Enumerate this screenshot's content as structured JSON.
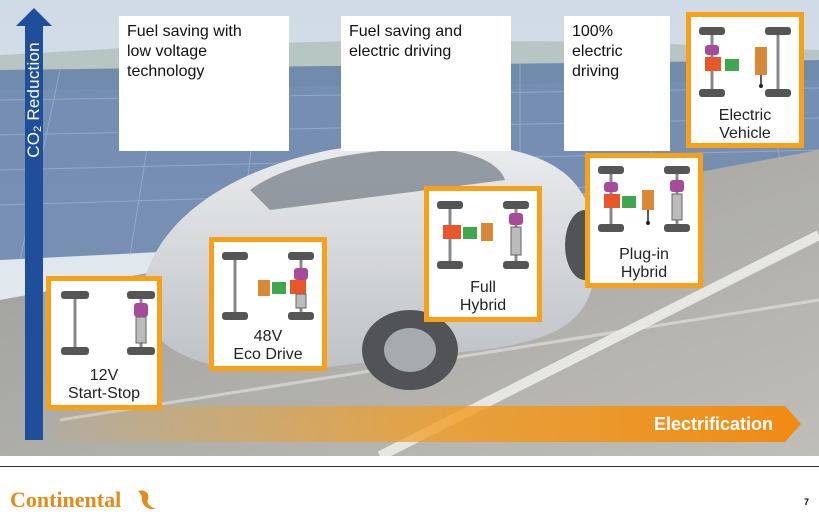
{
  "axes": {
    "y_label_main": "CO",
    "y_label_sub": "2",
    "y_label_rest": " Reduction",
    "x_label": "Electrification"
  },
  "textboxes": [
    {
      "text_line1": "Fuel saving with",
      "text_line2": "low voltage",
      "text_line3": "technology"
    },
    {
      "text_line1": "Fuel saving and",
      "text_line2": "electric driving"
    },
    {
      "text_line1": "100%",
      "text_line2": "electric",
      "text_line3": "driving"
    }
  ],
  "tiles": [
    {
      "line1": "12V",
      "line2": "Start-Stop"
    },
    {
      "line1": "48V",
      "line2": "Eco Drive"
    },
    {
      "line1": "Full",
      "line2": "Hybrid"
    },
    {
      "line1": "Plug-in",
      "line2": "Hybrid"
    },
    {
      "line1": "Electric",
      "line2": "Vehicle"
    }
  ],
  "footer": {
    "logo_text": "Continental",
    "page_number": "7"
  },
  "colors": {
    "accent_orange": "#f7a11a",
    "arrow_blue": "#1f4e9a"
  }
}
